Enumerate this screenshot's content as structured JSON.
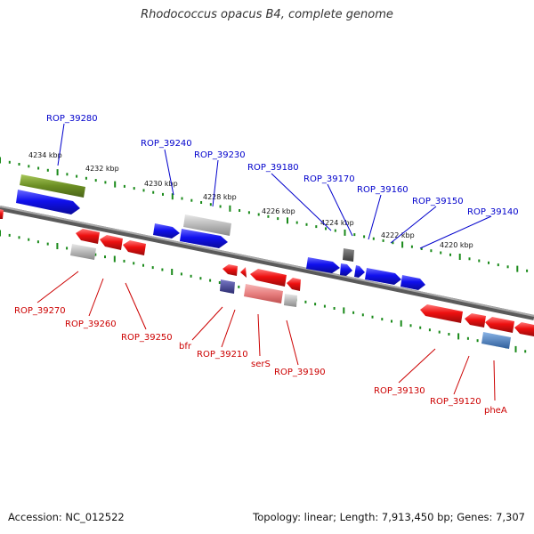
{
  "title": "Rhodococcus opacus B4, complete genome",
  "footer": {
    "accession": "Accession: NC_012522",
    "summary": "Topology: linear; Length: 7,913,450 bp; Genes: 7,307"
  },
  "colors": {
    "top_strand_label": "#0000cc",
    "bottom_strand_label": "#cc0000",
    "gene_blue": "#1010ee",
    "gene_red": "#ee1010",
    "gene_gray": "#b8b8b8",
    "gene_olive": "#6b8e23",
    "gene_dark": "#555555",
    "gene_navy": "#3c3c8c",
    "gene_pink": "#e88080",
    "gene_steel": "#4a7fc0",
    "backbone": "#7a7a7a",
    "ruler_green": "#1a8a1a"
  },
  "ruler": {
    "labels": [
      "4234 kbp",
      "4232 kbp",
      "4230 kbp",
      "4228 kbp",
      "4226 kbp",
      "4224 kbp",
      "4222 kbp",
      "4220 kbp"
    ]
  },
  "top_labels": [
    "ROP_39280",
    "ROP_39240",
    "ROP_39230",
    "ROP_39180",
    "ROP_39170",
    "ROP_39160",
    "ROP_39150",
    "ROP_39140"
  ],
  "bottom_labels": [
    "ROP_39270",
    "ROP_39260",
    "ROP_39250",
    "bfr",
    "ROP_39210",
    "serS",
    "ROP_39190",
    "ROP_39130",
    "ROP_39120",
    "pheA"
  ]
}
